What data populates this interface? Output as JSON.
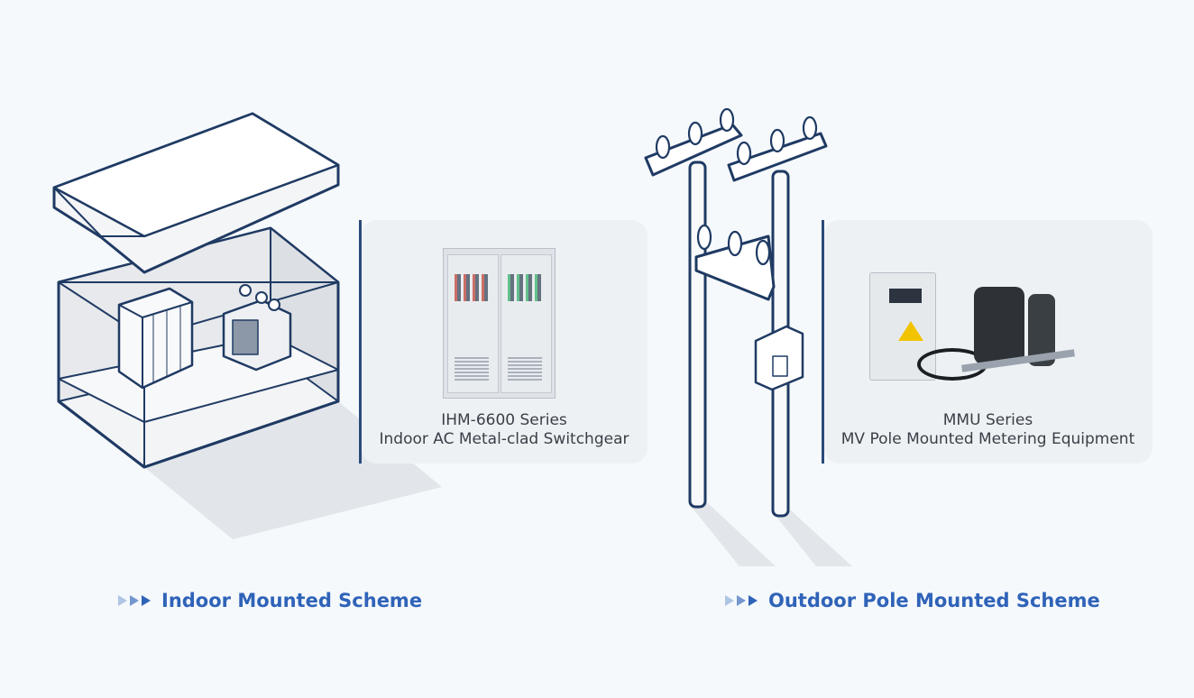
{
  "indoor": {
    "product_series": "IHM-6600 Series",
    "product_name": "Indoor AC Metal-clad Switchgear",
    "scheme_label": "Indoor Mounted Scheme"
  },
  "outdoor": {
    "product_series": "MMU Series",
    "product_name": "MV Pole Mounted Metering Equipment",
    "scheme_label": "Outdoor Pole Mounted Scheme"
  },
  "colors": {
    "outline": "#1f3a63",
    "accent": "#2f63b8",
    "card": "#eef1f4",
    "background": "#f5f9fc"
  },
  "icons": [
    "substation-building-illustration",
    "switchgear-cabinet-photo",
    "utility-poles-illustration",
    "metering-equipment-photo",
    "triple-arrow-icon"
  ]
}
